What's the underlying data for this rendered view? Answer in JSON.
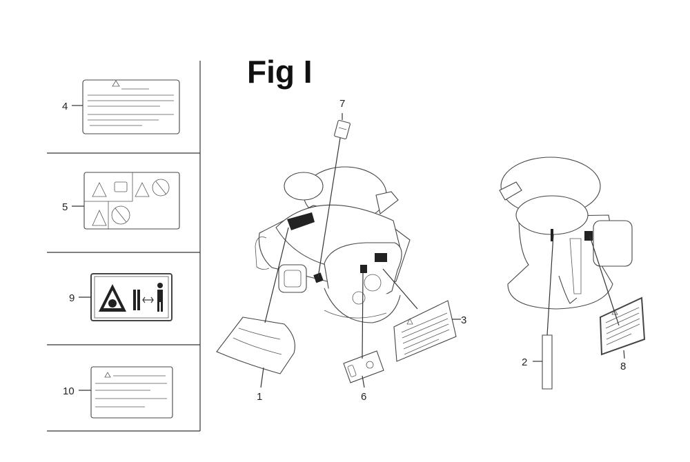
{
  "figure": {
    "title": "Fig I"
  },
  "callouts": {
    "label_1": "1",
    "label_2": "2",
    "label_3": "3",
    "label_4": "4",
    "label_5": "5",
    "label_6": "6",
    "label_7": "7",
    "label_8": "8",
    "label_9": "9",
    "label_10": "10"
  },
  "icons": {
    "warning": "warning-triangle-icon",
    "prohibition": "prohibition-circle-icon",
    "person": "person-icon",
    "rotating_blade": "rotating-blade-hazard-icon"
  }
}
